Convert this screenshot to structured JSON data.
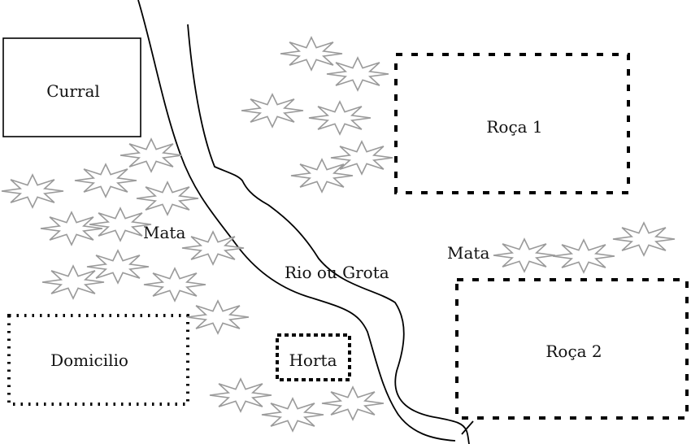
{
  "areas": {
    "curral": "Curral",
    "roca1": "Roça 1",
    "roca2": "Roça 2",
    "domicilio": "Domicilio",
    "horta": "Horta"
  },
  "labels": {
    "mata_left": "Mata",
    "mata_right": "Mata",
    "river": "Rio ou Grota"
  },
  "colors": {
    "outline": "#000000",
    "vegetation": "#9a9a9a",
    "background": "#ffffff"
  },
  "icons": {
    "vegetation": "eight-point-star-icon"
  }
}
